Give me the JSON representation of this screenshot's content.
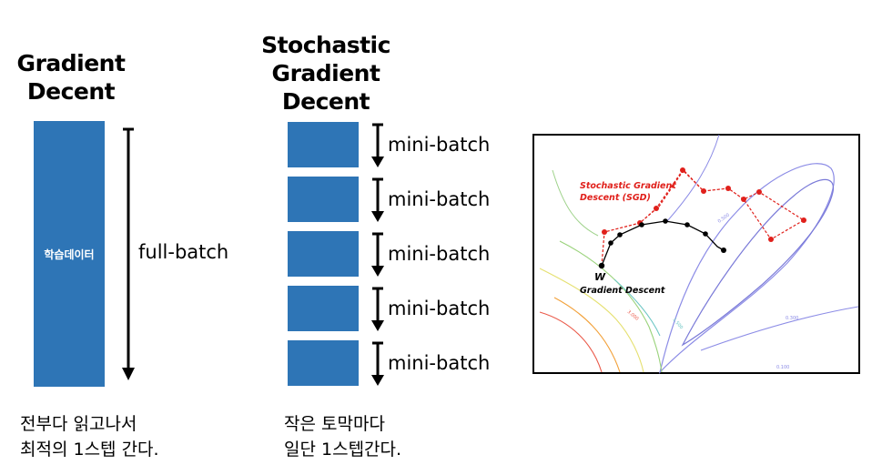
{
  "gd": {
    "title_line1": "Gradient",
    "title_line2": "Decent",
    "data_label": "학습데이터",
    "batch_label": "full-batch",
    "caption_line1": "전부다 읽고나서",
    "caption_line2": "최적의 1스텝 간다."
  },
  "sgd": {
    "title_line1": "Stochastic",
    "title_line2": "Gradient",
    "title_line3": "Decent",
    "batches": [
      "mini-batch",
      "mini-batch",
      "mini-batch",
      "mini-batch",
      "mini-batch"
    ],
    "caption_line1": "작은 토막마다",
    "caption_line2": "일단 1스텝간다."
  },
  "plot": {
    "sgd_label_line1": "Stochastic Gradient",
    "sgd_label_line2": "Descent (SGD)",
    "w_label": "W",
    "gd_label": "Gradient Descent"
  },
  "colors": {
    "block": "#2e75b6",
    "sgd_path": "#e0201b",
    "gd_path": "#000000"
  }
}
